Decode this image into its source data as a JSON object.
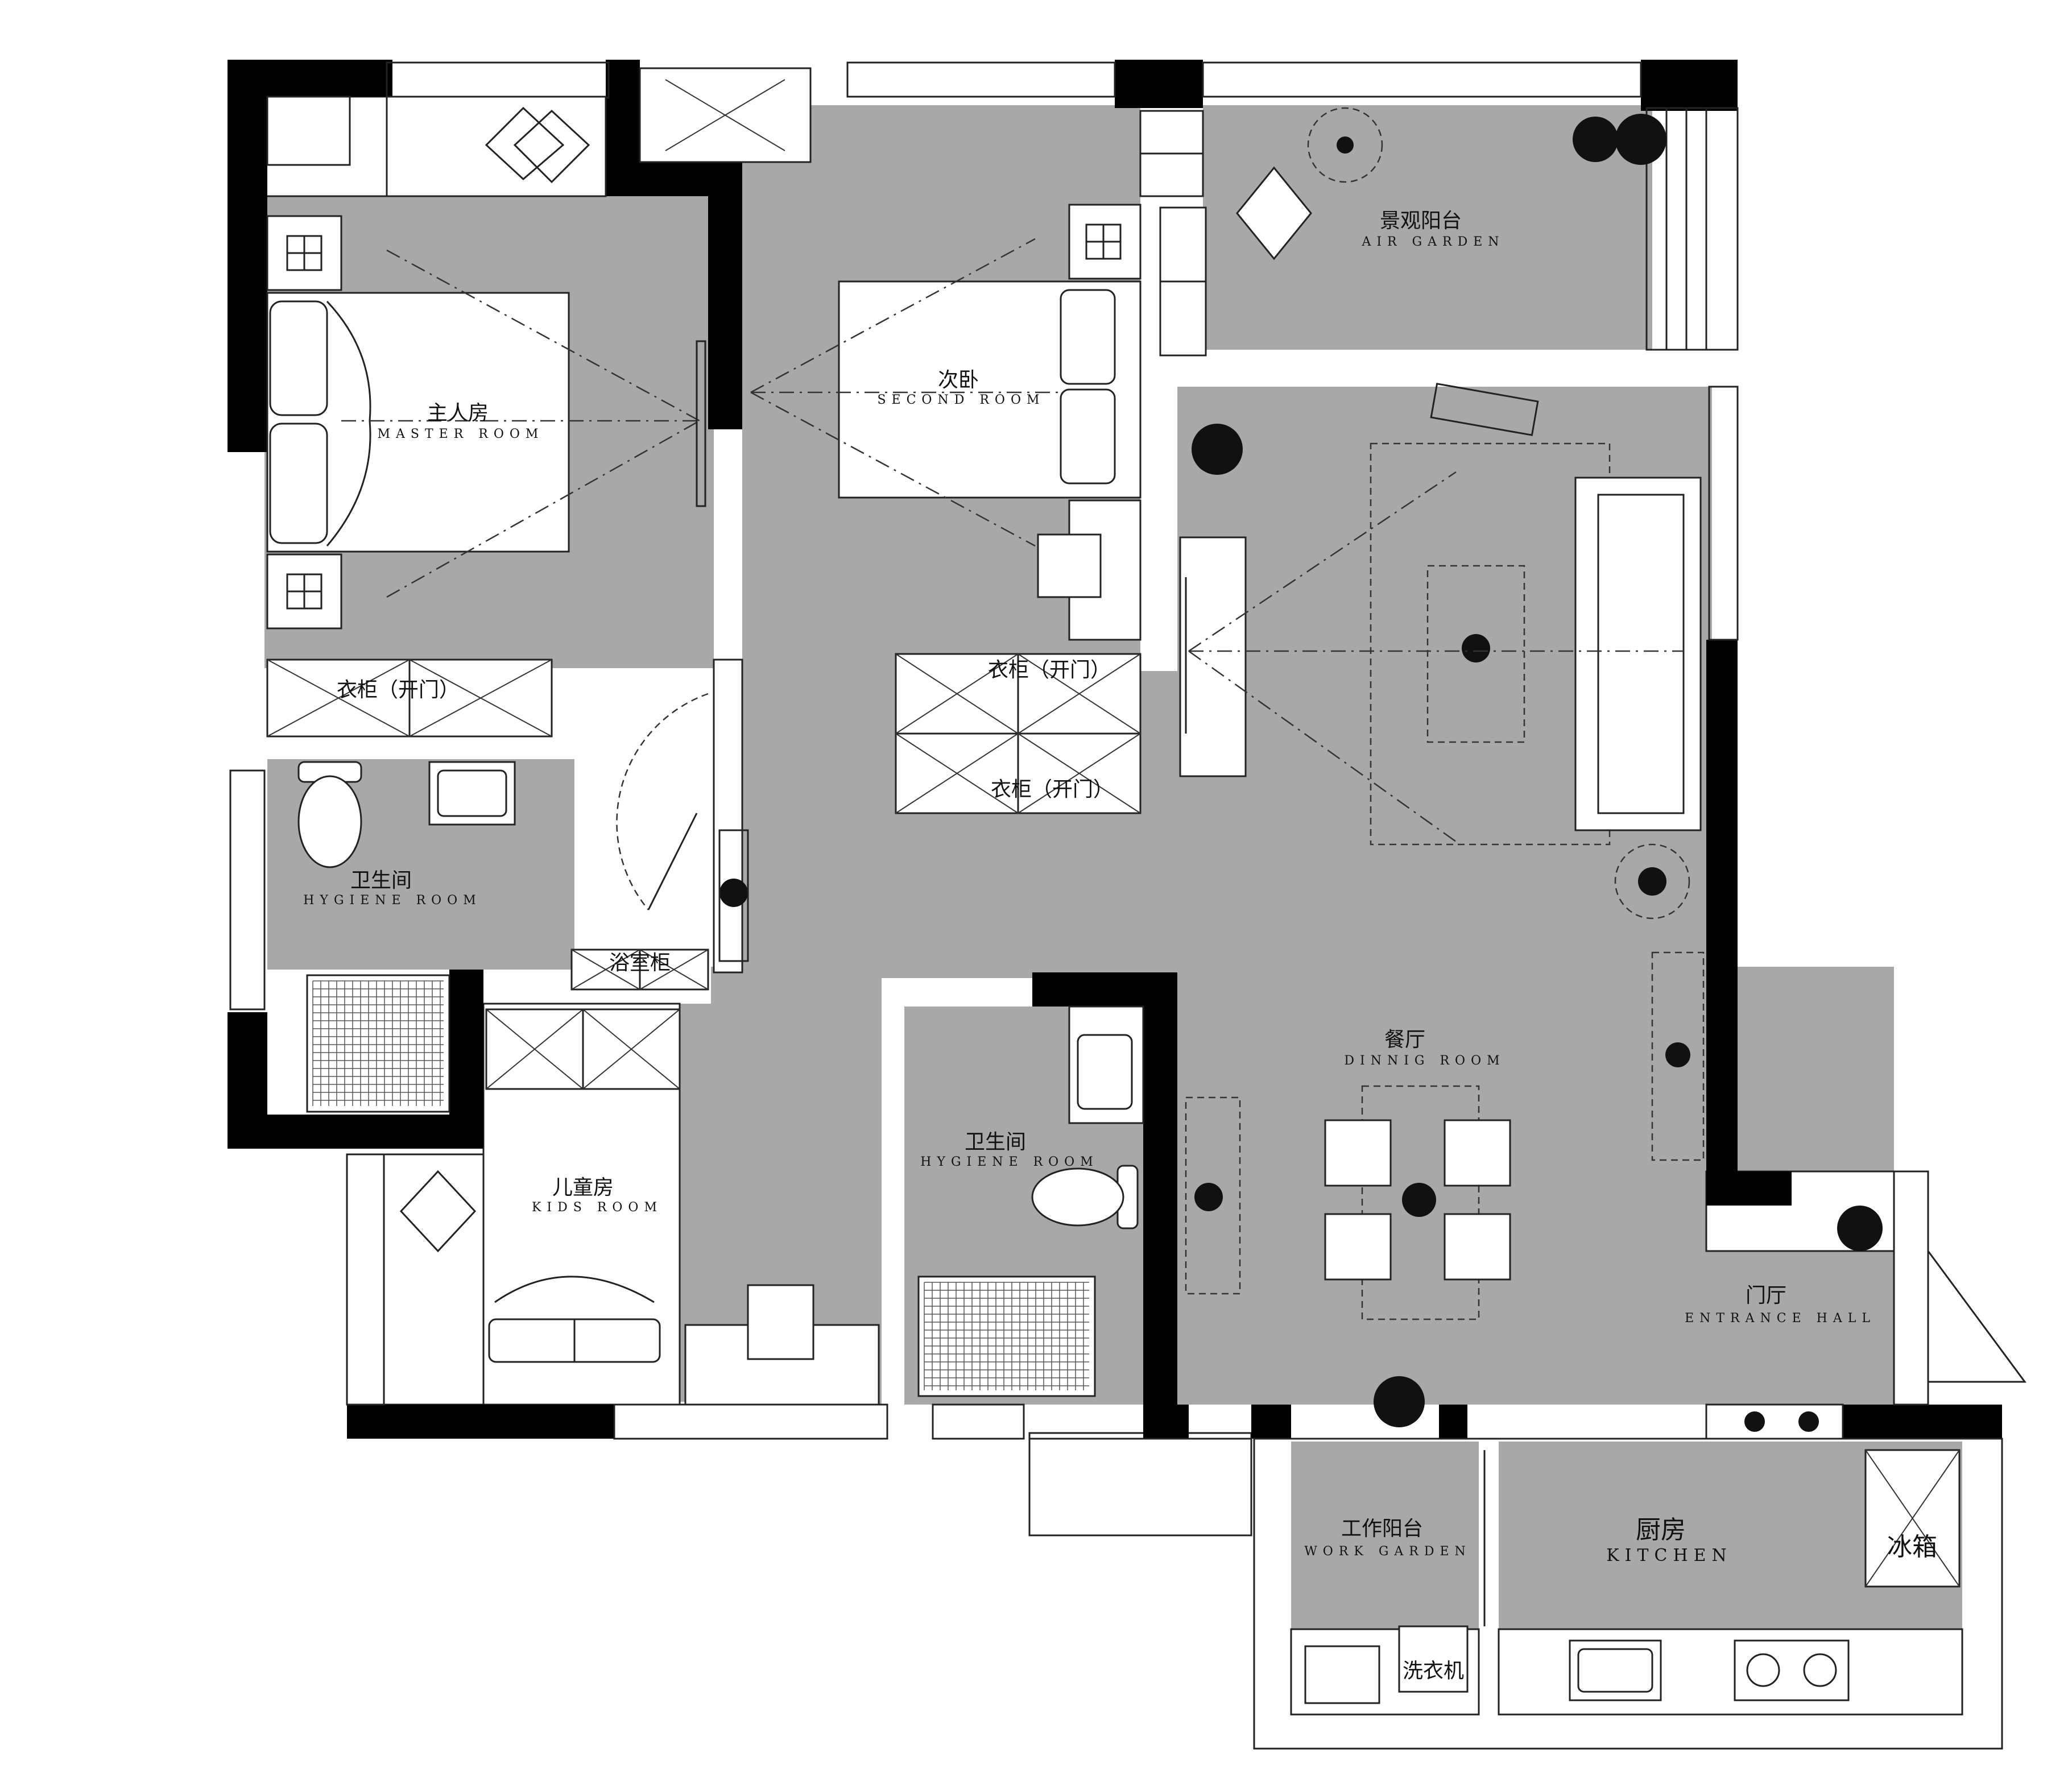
{
  "rooms": {
    "master": {
      "cn": "主人房",
      "en": "MASTER ROOM"
    },
    "second": {
      "cn": "次卧",
      "en": "SECOND ROOM"
    },
    "air_garden": {
      "cn": "景观阳台",
      "en": "AIR GARDEN"
    },
    "hygiene_1": {
      "cn": "卫生间",
      "en": "HYGIENE ROOM"
    },
    "hygiene_2": {
      "cn": "卫生间",
      "en": "HYGIENE ROOM"
    },
    "kids": {
      "cn": "儿童房",
      "en": "KIDS ROOM"
    },
    "dining": {
      "cn": "餐厅",
      "en": "DINNIG ROOM"
    },
    "entrance": {
      "cn": "门厅",
      "en": "ENTRANCE HALL"
    },
    "work_garden": {
      "cn": "工作阳台",
      "en": "WORK GARDEN"
    },
    "kitchen": {
      "cn": "厨房",
      "en": "KITCHEN"
    }
  },
  "fixtures": {
    "wardrobe_master": "衣柜（开门）",
    "wardrobe_second_top": "衣柜（开门）",
    "wardrobe_second_bottom": "衣柜（开门）",
    "bath_cabinet": "浴室柜",
    "fridge": "冰箱",
    "washer": "洗衣机"
  },
  "colors": {
    "room_fill": "#a8a8a8",
    "wall": "#000000",
    "background": "#ffffff"
  }
}
